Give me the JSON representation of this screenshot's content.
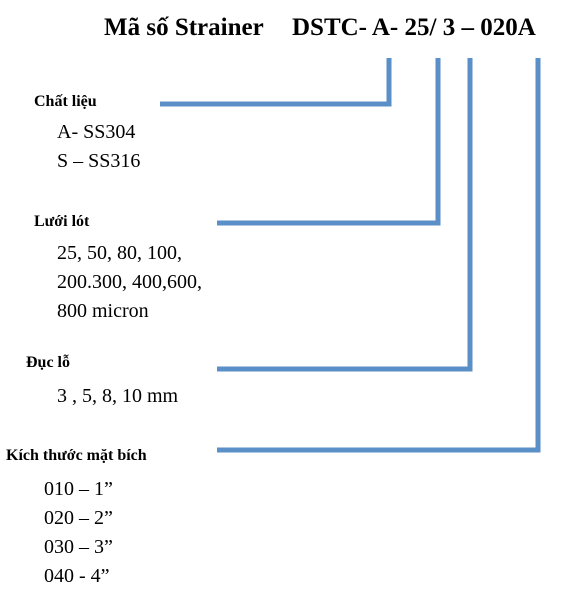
{
  "title": {
    "label": "Mã số Strainer",
    "code": "DSTC- A-  25/ 3 – 020A"
  },
  "connector_color": "#5b8fc7",
  "sections": [
    {
      "id": "material",
      "heading": "Chất liệu",
      "lines": [
        "A-  SS304",
        "S – SS316"
      ]
    },
    {
      "id": "mesh",
      "heading": "Lưới lót",
      "lines": [
        "25, 50, 80, 100,",
        "200.300, 400,600,",
        "800 micron"
      ]
    },
    {
      "id": "perforation",
      "heading": "Đục lỗ",
      "lines": [
        "3 , 5, 8, 10 mm"
      ]
    },
    {
      "id": "flange-size",
      "heading": "Kích thước mặt bích",
      "lines": [
        "010 – 1”",
        "020 – 2”",
        "030 – 3”",
        "040  - 4”"
      ]
    }
  ]
}
